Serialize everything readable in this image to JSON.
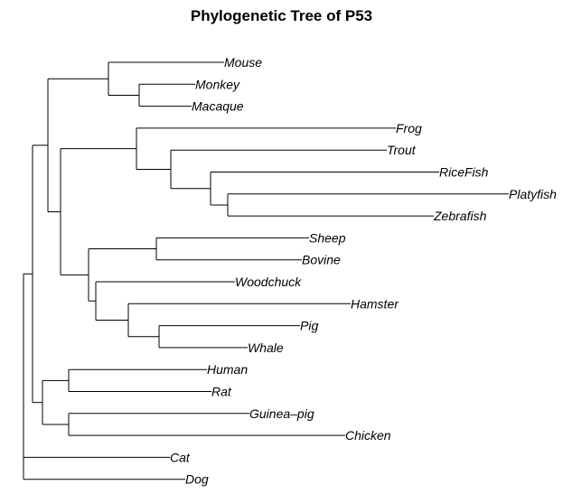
{
  "title": "Phylogenetic Tree of P53",
  "tree": {
    "name": "root",
    "children": [
      {
        "name": "n1",
        "children": [
          {
            "name": "n2",
            "children": [
              {
                "name": "n3",
                "children": [
                  {
                    "name": "Mouse"
                  },
                  {
                    "name": "n4",
                    "children": [
                      {
                        "name": "Monkey"
                      },
                      {
                        "name": "Macaque"
                      }
                    ]
                  }
                ]
              },
              {
                "name": "n5",
                "children": [
                  {
                    "name": "n6",
                    "children": [
                      {
                        "name": "Frog"
                      },
                      {
                        "name": "n7",
                        "children": [
                          {
                            "name": "Trout"
                          },
                          {
                            "name": "n8",
                            "children": [
                              {
                                "name": "RiceFish"
                              },
                              {
                                "name": "n9",
                                "children": [
                                  {
                                    "name": "Platyfish"
                                  },
                                  {
                                    "name": "Zebrafish"
                                  }
                                ]
                              }
                            ]
                          }
                        ]
                      }
                    ]
                  },
                  {
                    "name": "n10",
                    "children": [
                      {
                        "name": "n11",
                        "children": [
                          {
                            "name": "Sheep"
                          },
                          {
                            "name": "Bovine"
                          }
                        ]
                      },
                      {
                        "name": "n12",
                        "children": [
                          {
                            "name": "Woodchuck"
                          },
                          {
                            "name": "n13",
                            "children": [
                              {
                                "name": "Hamster"
                              },
                              {
                                "name": "n14",
                                "children": [
                                  {
                                    "name": "Pig"
                                  },
                                  {
                                    "name": "Whale"
                                  }
                                ]
                              }
                            ]
                          }
                        ]
                      }
                    ]
                  }
                ]
              }
            ]
          },
          {
            "name": "n15",
            "children": [
              {
                "name": "n16",
                "children": [
                  {
                    "name": "Human"
                  },
                  {
                    "name": "Rat"
                  }
                ]
              },
              {
                "name": "n17",
                "children": [
                  {
                    "name": "Guinea–pig"
                  },
                  {
                    "name": "Chicken"
                  }
                ]
              }
            ]
          }
        ]
      },
      {
        "name": "Cat"
      },
      {
        "name": "Dog"
      }
    ]
  }
}
